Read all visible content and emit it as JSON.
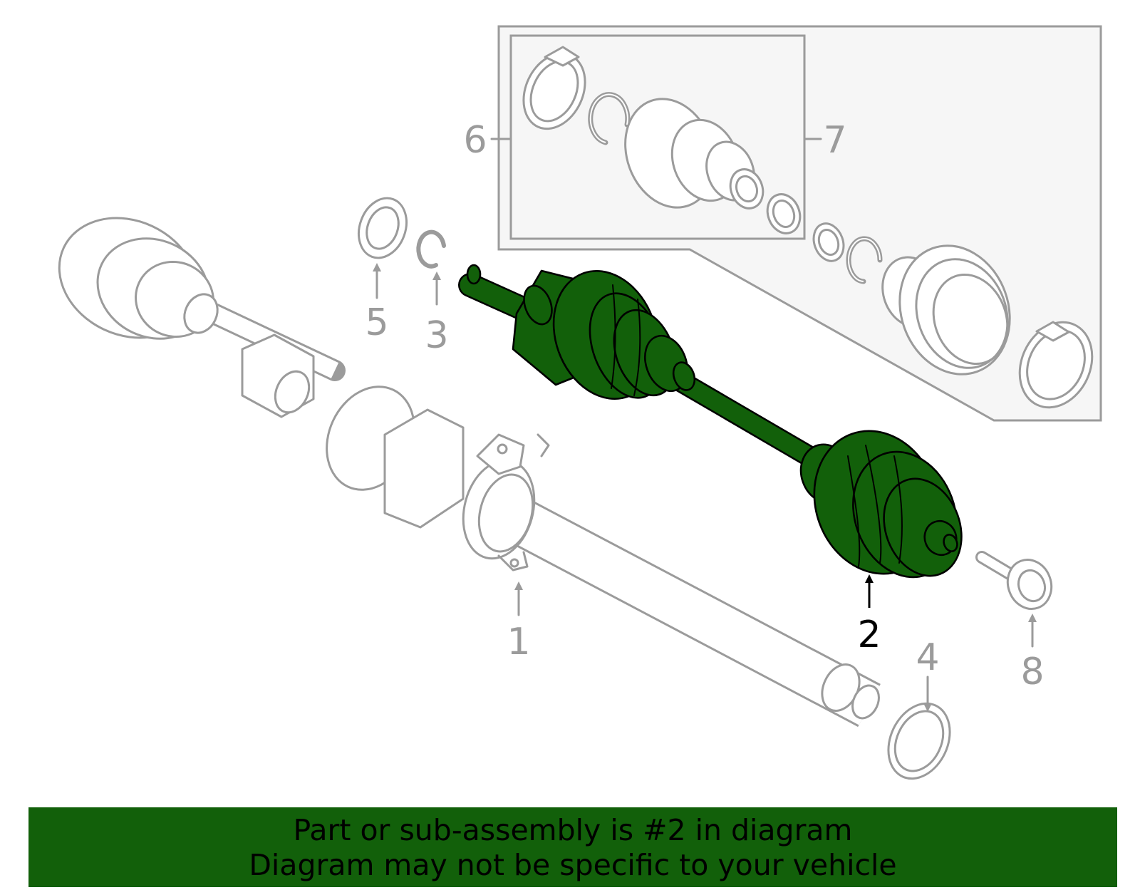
{
  "diagram": {
    "callouts": [
      {
        "id": "1",
        "text": "1",
        "highlighted": false
      },
      {
        "id": "2",
        "text": "2",
        "highlighted": true
      },
      {
        "id": "3",
        "text": "3",
        "highlighted": false
      },
      {
        "id": "4",
        "text": "4",
        "highlighted": false
      },
      {
        "id": "5",
        "text": "5",
        "highlighted": false
      },
      {
        "id": "6",
        "text": "6",
        "highlighted": false
      },
      {
        "id": "7",
        "text": "7",
        "highlighted": false
      },
      {
        "id": "8",
        "text": "8",
        "highlighted": false
      }
    ]
  },
  "banner": {
    "line1": "Part or sub-assembly is #2 in diagram",
    "line2": "Diagram may not be specific to your vehicle"
  },
  "colors": {
    "highlight": "#12600a",
    "part_outline": "#9b9b9b",
    "kit_box_fill": "#f6f6f6"
  }
}
